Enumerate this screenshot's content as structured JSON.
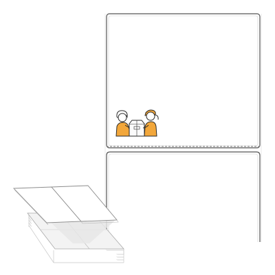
{
  "product": {
    "type": "fanfold-label-stack",
    "label_shape": "rectangle",
    "label_orientation": "portrait",
    "perforation": "dashed",
    "print_on_label": "illustration-two-people-handing-over-package",
    "colors": {
      "background": "#ffffff",
      "label_outline": "#555555",
      "perforation": "#7a7a7a",
      "stack_edge": "#c8c8c8",
      "accent_orange": "#f2a73b",
      "box_fill": "#fbfbfb"
    }
  }
}
